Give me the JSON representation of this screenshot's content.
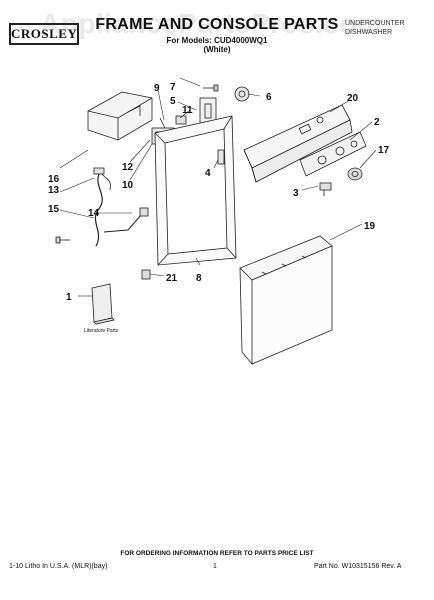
{
  "header": {
    "brand": "CROSLEY",
    "title": "FRAME AND CONSOLE PARTS",
    "models": "For Models: CUD4000WQ1",
    "color": "(White)",
    "product_type_line1": "UNDERCOUNTER",
    "product_type_line2": "DISHWASHER",
    "watermark": "AppliancePartsPros.com"
  },
  "diagram": {
    "callouts": [
      "1",
      "2",
      "3",
      "4",
      "5",
      "6",
      "7",
      "8",
      "9",
      "10",
      "11",
      "12",
      "13",
      "14",
      "15",
      "16",
      "17",
      "19",
      "20",
      "21"
    ],
    "literature_label": "Literature Parts"
  },
  "footer": {
    "order_info": "FOR ORDERING INFORMATION REFER TO PARTS PRICE LIST",
    "litho": "1-10 Litho In U.S.A. (MLR)(bay)",
    "page": "1",
    "part_no": "Part No. W10315156 Rev. A"
  }
}
